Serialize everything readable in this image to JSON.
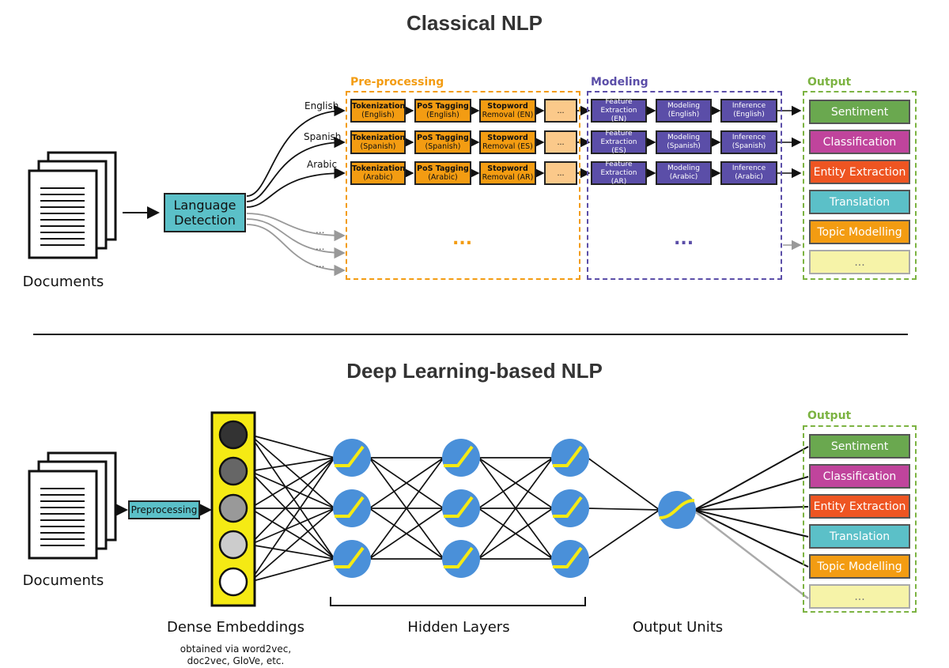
{
  "classical": {
    "title": "Classical NLP",
    "documents_label": "Documents",
    "language_detection": [
      "Language",
      "Detection"
    ],
    "branches": [
      "English",
      "Spanish",
      "Arabic"
    ],
    "extra_branch_ellipsis": "...",
    "preprocessing": {
      "title": "Pre-processing",
      "rows": [
        {
          "tok": [
            "Tokenization",
            "(English)"
          ],
          "pos": [
            "PoS Tagging",
            "(English)"
          ],
          "stop": [
            "Stopword",
            "Removal (EN)"
          ],
          "more": "..."
        },
        {
          "tok": [
            "Tokenization",
            "(Spanish)"
          ],
          "pos": [
            "PoS Tagging",
            "(Spanish)"
          ],
          "stop": [
            "Stopword",
            "Removal (ES)"
          ],
          "more": "..."
        },
        {
          "tok": [
            "Tokenization",
            "(Arabic)"
          ],
          "pos": [
            "PoS Tagging",
            "(Arabic)"
          ],
          "stop": [
            "Stopword",
            "Removal (AR)"
          ],
          "more": "..."
        }
      ],
      "ellipsis": "..."
    },
    "modeling": {
      "title": "Modeling",
      "rows": [
        {
          "feat": [
            "Feature",
            "Extraction (EN)"
          ],
          "model": [
            "Modeling",
            "(English)"
          ],
          "inf": [
            "Inference",
            "(English)"
          ]
        },
        {
          "feat": [
            "Feature",
            "Extraction (ES)"
          ],
          "model": [
            "Modeling",
            "(Spanish)"
          ],
          "inf": [
            "Inference",
            "(Spanish)"
          ]
        },
        {
          "feat": [
            "Feature",
            "Extraction (AR)"
          ],
          "model": [
            "Modeling",
            "(Arabic)"
          ],
          "inf": [
            "Inference",
            "(Arabic)"
          ]
        }
      ],
      "ellipsis": "..."
    },
    "output": {
      "title": "Output",
      "items": [
        "Sentiment",
        "Classification",
        "Entity Extraction",
        "Translation",
        "Topic Modelling",
        "..."
      ]
    }
  },
  "deep": {
    "title": "Deep Learning-based NLP",
    "documents_label": "Documents",
    "preprocessing_label": "Preprocessing",
    "dense_embeddings_label": "Dense Embeddings",
    "dense_embeddings_note": [
      "obtained via word2vec,",
      "doc2vec, GloVe, etc."
    ],
    "hidden_layers_label": "Hidden Layers",
    "output_units_label": "Output Units",
    "output": {
      "title": "Output",
      "items": [
        "Sentiment",
        "Classification",
        "Entity Extraction",
        "Translation",
        "Topic Modelling",
        "..."
      ]
    }
  },
  "colors": {
    "preprocessing_orange": "#f39c12",
    "modeling_purple": "#5b4ea8",
    "output_green": "#7cb342",
    "teal": "#5bc0c8",
    "embedding_yellow": "#f5ea14",
    "neuron_blue": "#4a90d9",
    "sentiment": "#6aa84f",
    "classification": "#c0449c",
    "entity_extraction": "#ee5522",
    "translation": "#5bc0c8",
    "topic_modelling": "#f39c12",
    "more": "#f6f3a8"
  }
}
